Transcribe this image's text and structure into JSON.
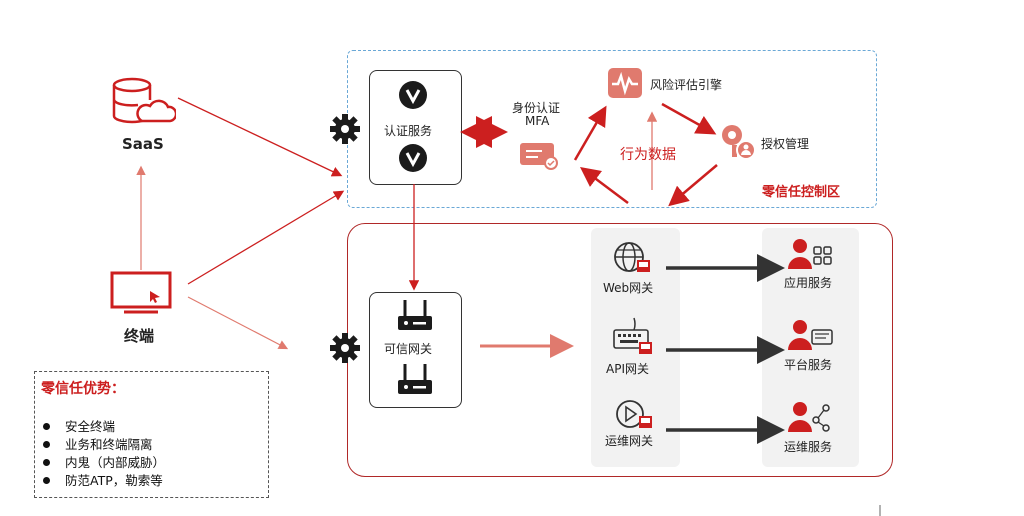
{
  "saas_label": "SaaS",
  "terminal_label": "终端",
  "auth_service_label": "认证服务",
  "identity_auth": {
    "line1": "身份认证",
    "line2": "MFA"
  },
  "risk_engine_label": "风险评估引擎",
  "authorization_label": "授权管理",
  "behavior_data_label": "行为数据",
  "zero_trust_zone_label": "零信任控制区",
  "trusted_gateway_label": "可信网关",
  "gateways": [
    {
      "label": "Web网关"
    },
    {
      "label": "API网关"
    },
    {
      "label": "运维网关"
    }
  ],
  "services": [
    {
      "label": "应用服务"
    },
    {
      "label": "平台服务"
    },
    {
      "label": "运维服务"
    }
  ],
  "advantages": {
    "title": "零信任优势：",
    "items": [
      "安全终端",
      "业务和终端隔离",
      "内鬼（内部威胁）",
      "防范ATP，勒索等"
    ]
  },
  "colors": {
    "accent_red": "#cc1f1f",
    "soft_red": "#e07a6e",
    "zone_border_blue": "#6aa8d6",
    "zone_border_red": "#b02828",
    "dark": "#1b1b1b"
  }
}
